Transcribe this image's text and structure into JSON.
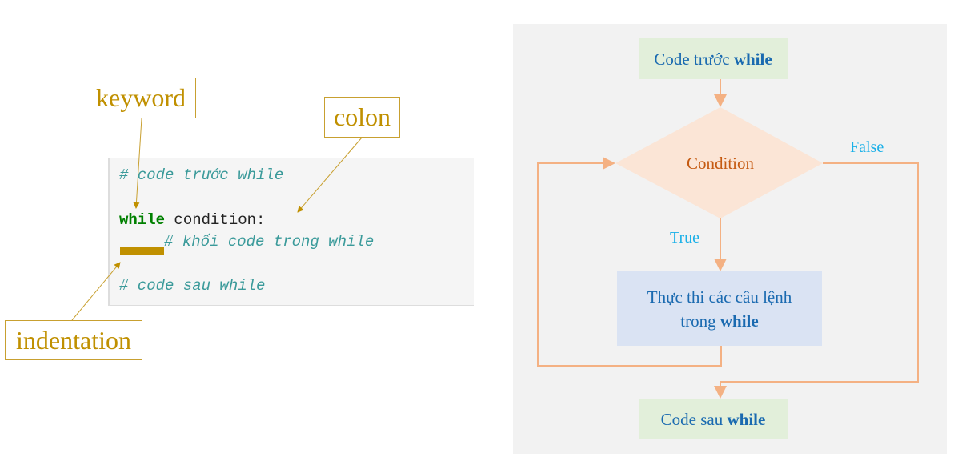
{
  "annotations": {
    "keyword": "keyword",
    "colon": "colon",
    "indentation": "indentation"
  },
  "code": {
    "line1": "# code trước while",
    "line2_keyword": "while",
    "line2_rest": " condition:",
    "line3": "# khối code trong while",
    "line4": "# code sau while"
  },
  "flowchart": {
    "start_prefix": "Code trước ",
    "start_bold": "while",
    "condition": "Condition",
    "true_label": "True",
    "false_label": "False",
    "body_line1": "Thực thi các câu lệnh",
    "body_prefix": "trong ",
    "body_bold": "while",
    "end_prefix": "Code sau ",
    "end_bold": "while"
  },
  "colors": {
    "arrow": "#f4b183",
    "annotation": "#c09000",
    "green_box": "#e2efda",
    "blue_box": "#dae3f3",
    "diamond": "#fbe5d6"
  }
}
